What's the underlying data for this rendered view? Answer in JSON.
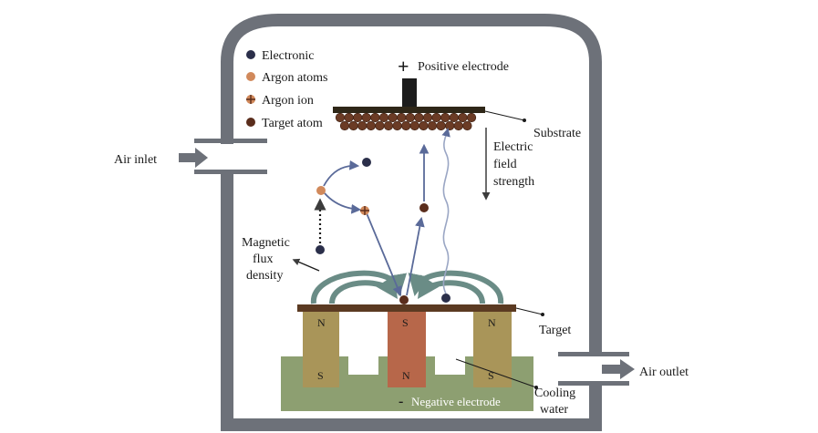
{
  "legend": {
    "electronic": "Electronic",
    "argon_atoms": "Argon atoms",
    "argon_ion": "Argon ion",
    "target_atom": "Target atom"
  },
  "labels": {
    "positive_electrode": "Positive electrode",
    "positive_sign": "+",
    "substrate": "Substrate",
    "electric_field": [
      "Electric",
      "field",
      "strength"
    ],
    "air_inlet": "Air inlet",
    "magnetic_flux": [
      "Magnetic",
      "flux",
      "density"
    ],
    "target": "Target",
    "air_outlet": "Air outlet",
    "cooling_water": [
      "Cooling",
      "water"
    ],
    "negative_sign": "-",
    "negative_electrode": "Negative electrode"
  },
  "poles": {
    "left_top": "N",
    "left_bottom": "S",
    "center_top": "S",
    "center_bottom": "N",
    "right_top": "N",
    "right_bottom": "S"
  },
  "colors": {
    "chamber": "#6d7179",
    "electron": "#2b2f4a",
    "argon_atom": "#d1895b",
    "target_atom": "#5a2d1c",
    "substrate_bar": "#2f2718",
    "target_plate": "#5b3a22",
    "outer_magnet": "#a99559",
    "center_magnet": "#b7674a",
    "base": "#8d9f71",
    "flux_arc": "#6a8c86",
    "field_arrow": "#6a79a3"
  }
}
